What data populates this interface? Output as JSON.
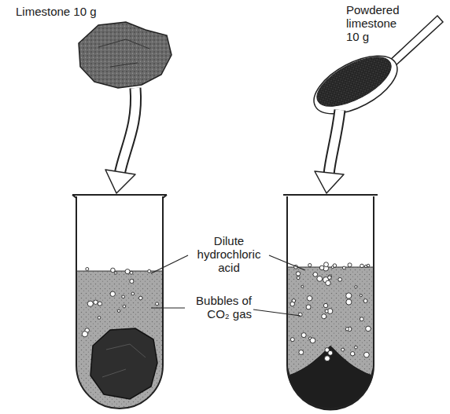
{
  "diagram": {
    "labels": [
      "Limestone 10 g",
      "Powdered limestone 10 g",
      "Dilute hydrochloric acid",
      "Bubbles of CO₂ gas"
    ]
  }
}
